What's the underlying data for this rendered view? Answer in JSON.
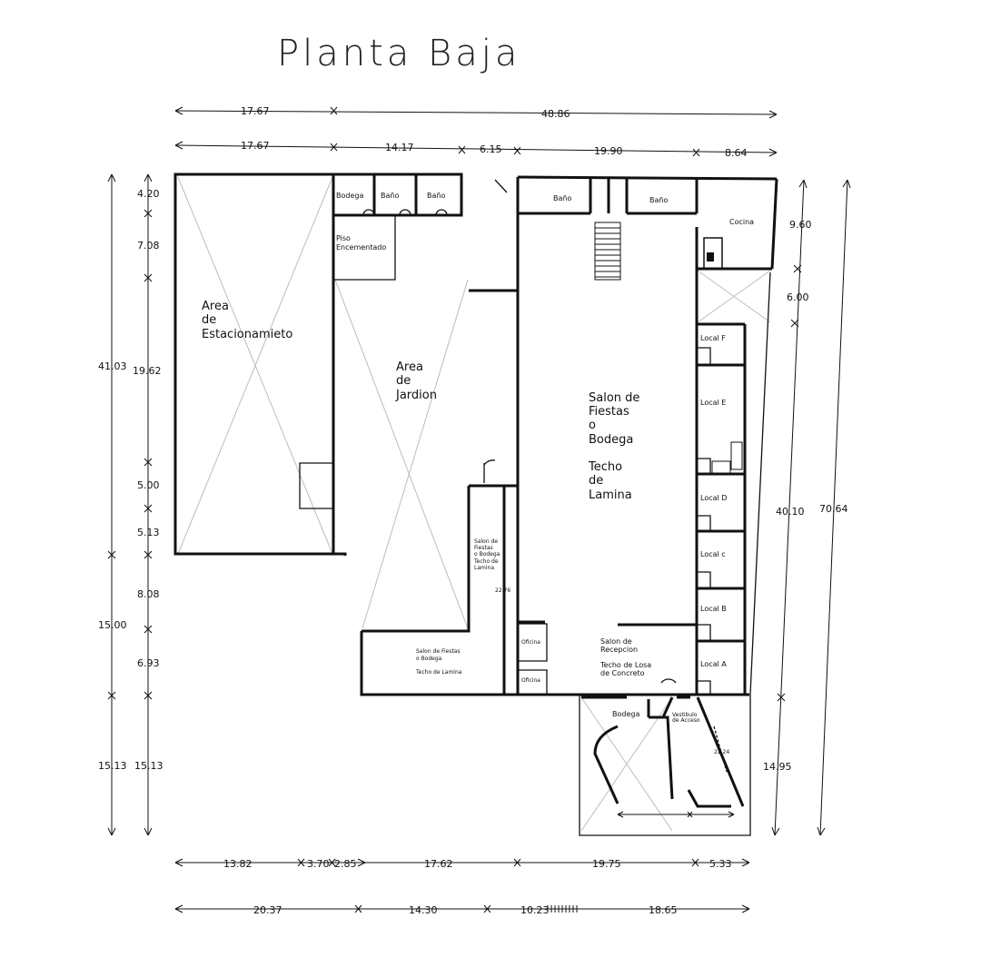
{
  "title": "Planta Baja",
  "rooms": {
    "bodega_top": "Bodega",
    "bano_1": "Baño",
    "bano_2": "Baño",
    "bano_3": "Baño",
    "bano_4": "Baño",
    "cocina": "Cocina",
    "piso": [
      "Piso",
      "Encementado"
    ],
    "estacionamiento": [
      "Area",
      "de",
      "Estacionamieto"
    ],
    "jardin": [
      "Area",
      "de",
      "Jardion"
    ],
    "salon_main": [
      "Salon de",
      "Fiestas",
      "o",
      "Bodega"
    ],
    "techo_lamina": [
      "Techo",
      "de",
      "Lamina"
    ],
    "local_f": "Local F",
    "local_e": "Local E",
    "local_d": "Local D",
    "local_c": "Local c",
    "local_b": "Local B",
    "local_a": "Local A",
    "salon_small_v": [
      "Salon de",
      "Fiestas",
      "o Bodega"
    ],
    "techo_small_v": [
      "Techo de",
      "Lamina"
    ],
    "salon_bottom": [
      "Salon de Fiestas",
      "o Bodega"
    ],
    "techo_bottom": "Techo de Lamina",
    "oficina_1": "Oficina",
    "oficina_2": "Oficina",
    "recepcion": [
      "Salon de",
      "Recepcion"
    ],
    "techo_losa": [
      "Techo de Losa",
      "de Concreto"
    ],
    "bodega_bottom": "Bodega",
    "vestibulo": [
      "Vestibulo",
      "de Acceso"
    ],
    "dim_inner_2276": "22.76",
    "dim_inner_2224": "22.24"
  },
  "dimensions": {
    "top_row1": [
      "17.67",
      "48.86"
    ],
    "top_row2": [
      "17.67",
      "14.17",
      "6.15",
      "19.90",
      "8.64"
    ],
    "left_outer": [
      "41.03",
      "15.00",
      "15.13"
    ],
    "left_inner": [
      "4.20",
      "7.08",
      "19.62",
      "5.00",
      "5.13",
      "8.08",
      "6.93",
      "15.13"
    ],
    "right_inner": [
      "9.60",
      "6.00",
      "40.10",
      "14.95"
    ],
    "right_outer": "70.64",
    "bottom_row1": [
      "13.82",
      "3.70",
      "2.85",
      "17.62",
      "19.75",
      "5.33"
    ],
    "bottom_row2": [
      "20.37",
      "14.30",
      "10.23",
      "18.65"
    ]
  }
}
